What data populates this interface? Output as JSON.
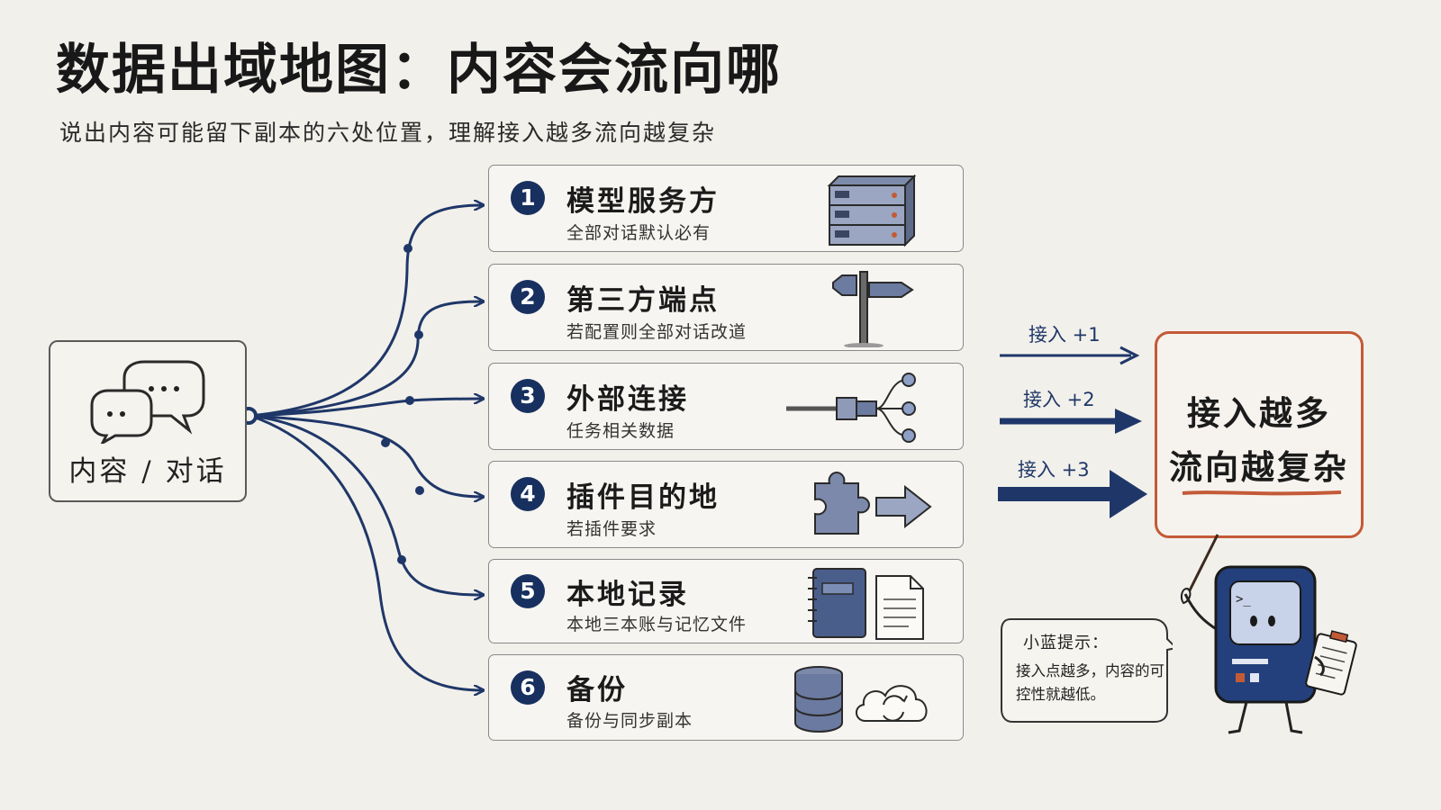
{
  "title": "数据出域地图：内容会流向哪",
  "subtitle": "说出内容可能留下副本的六处位置，理解接入越多流向越复杂",
  "source": {
    "label": "内容 / 对话",
    "icon": "chat-bubbles-icon"
  },
  "destinations": [
    {
      "num": "1",
      "title": "模型服务方",
      "desc": "全部对话默认必有",
      "icon": "server-rack-icon"
    },
    {
      "num": "2",
      "title": "第三方端点",
      "desc": "若配置则全部对话改道",
      "icon": "signpost-icon"
    },
    {
      "num": "3",
      "title": "外部连接",
      "desc": "任务相关数据",
      "icon": "connector-plug-icon"
    },
    {
      "num": "4",
      "title": "插件目的地",
      "desc": "若插件要求",
      "icon": "puzzle-arrow-icon"
    },
    {
      "num": "5",
      "title": "本地记录",
      "desc": "本地三本账与记忆文件",
      "icon": "notebook-document-icon"
    },
    {
      "num": "6",
      "title": "备份",
      "desc": "备份与同步副本",
      "icon": "database-cloud-icon"
    }
  ],
  "arrows": [
    {
      "label": "接入 +1"
    },
    {
      "label": "接入 +2"
    },
    {
      "label": "接入 +3"
    }
  ],
  "result": {
    "line1": "接入越多",
    "line2": "流向越复杂"
  },
  "tip": {
    "title": "小蓝提示：",
    "text": "接入点越多，内容的可控性就越低。"
  },
  "colors": {
    "navy": "#1f3768",
    "accent": "#c35a36",
    "paper": "#f2f0eb"
  }
}
